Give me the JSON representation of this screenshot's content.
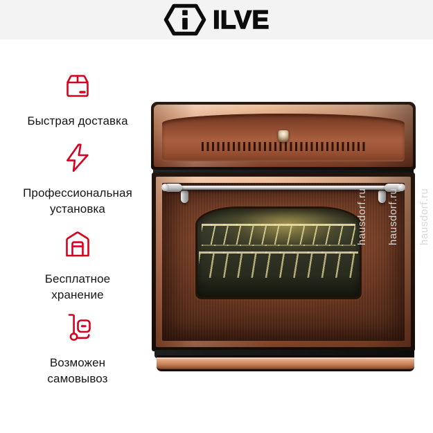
{
  "header": {
    "background_color": "#f3f3f3",
    "brand_icon": "ilve-hexagon-i-logo",
    "brand_name": "ILVE"
  },
  "features": [
    {
      "icon": "package-icon",
      "lines": [
        "Быстрая доставка"
      ]
    },
    {
      "icon": "lightning-icon",
      "lines": [
        "Профессиональная",
        "установка"
      ]
    },
    {
      "icon": "warehouse-icon",
      "lines": [
        "Бесплатное",
        "хранение"
      ]
    },
    {
      "icon": "hand-truck-icon",
      "lines": [
        "Возможен",
        "самовывоз"
      ]
    }
  ],
  "product": {
    "alt": "ILVE copper built-in oven with arched control panel, vent slots, chrome handle and glass door showing wire racks",
    "colors": {
      "copper_light": "#f0c4a2",
      "copper_mid": "#b06a49",
      "copper_dark": "#6a3522",
      "frame_dark": "#1d110b",
      "window_interior": "#32342a",
      "rack_gold": "#d6cc96",
      "handle_chrome": "#e8e8e8"
    }
  },
  "watermark": {
    "text": "hausdorf.ru",
    "color": "#d7d7d7"
  },
  "accent_color": "#d6001e",
  "text_color": "#151515"
}
